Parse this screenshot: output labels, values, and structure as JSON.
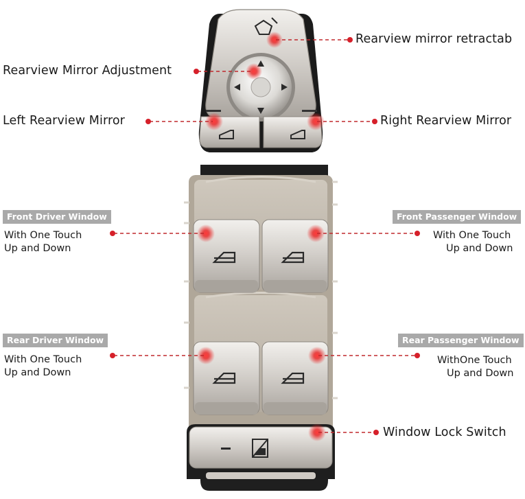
{
  "labels": {
    "mirror_retract": "Rearview mirror retractab",
    "mirror_adjust": "Rearview Mirror Adjustment",
    "left_mirror": "Left Rearview Mirror",
    "right_mirror": "Right Rearview Mirror",
    "window_lock": "Window Lock Switch"
  },
  "windows": {
    "front_driver": {
      "tag": "Front Driver Window",
      "line1": "With One Touch",
      "line2": "Up and Down"
    },
    "front_passenger": {
      "tag": "Front Passenger Window",
      "line1": "With One Touch",
      "line2": "Up and Down"
    },
    "rear_driver": {
      "tag": "Rear Driver Window",
      "line1": "With One Touch",
      "line2": "Up and Down"
    },
    "rear_passenger": {
      "tag": "Rear Passenger Window",
      "line1": "WithOne Touch",
      "line2": "Up and Down"
    }
  },
  "colors": {
    "accent_red": "#d6202a",
    "tag_gray": "#a9a9a9",
    "silver": "#cfcac4"
  },
  "icons": [
    "mirror-fold-icon",
    "mirror-joystick-arrows-icon",
    "mirror-icon",
    "window-icon",
    "window-lock-icon"
  ]
}
